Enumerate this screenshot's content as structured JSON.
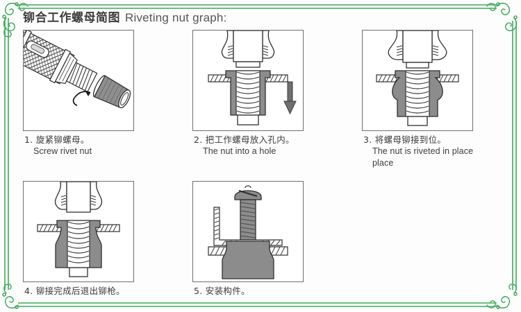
{
  "document": {
    "title_cn": "铆合工作螺母简图",
    "title_en": "Riveting nut graph:",
    "border_color": "#3faa5a",
    "panel_border_color": "#6f6f6f",
    "metal_fill": "#8c8c8c",
    "light_fill": "#d9d9d9"
  },
  "steps": [
    {
      "number": "1.",
      "caption_cn": "1. 旋紧铆螺母。",
      "caption_en": "Screw rivet nut",
      "figure_name": "rivet-gun-threading-nut",
      "figure_alt": "Knurled rivet gun nosepiece with rivet nut being screwed on, curved rotation arrow"
    },
    {
      "number": "2.",
      "caption_cn": "2. 把工作螺母放入孔内。",
      "caption_en": "The nut into a hole",
      "figure_name": "nut-inserted-into-hole",
      "figure_alt": "Cross-section of rivet nut entering panel hole, downward arrow",
      "arrow": "down-arrow"
    },
    {
      "number": "3.",
      "caption_cn": "3. 将螺母铆接到位。",
      "caption_en": "The nut is riveted in place",
      "caption_en_line2": "place",
      "figure_name": "nut-riveted-in-place",
      "figure_alt": "Cross-section showing rivet nut body bulged and clamped to panel"
    },
    {
      "number": "4.",
      "caption_cn": "4. 铆接完成后退出铆枪。",
      "caption_en": "",
      "figure_name": "rivet-gun-withdrawn",
      "figure_alt": "Cross-section of finished rivet nut as gun is unscrewed and withdrawn"
    },
    {
      "number": "5.",
      "caption_cn": "5. 安装构件。",
      "caption_en": "",
      "figure_name": "screw-fastening-component",
      "figure_alt": "Machine screw and L-bracket being fastened into the installed rivet nut"
    }
  ]
}
